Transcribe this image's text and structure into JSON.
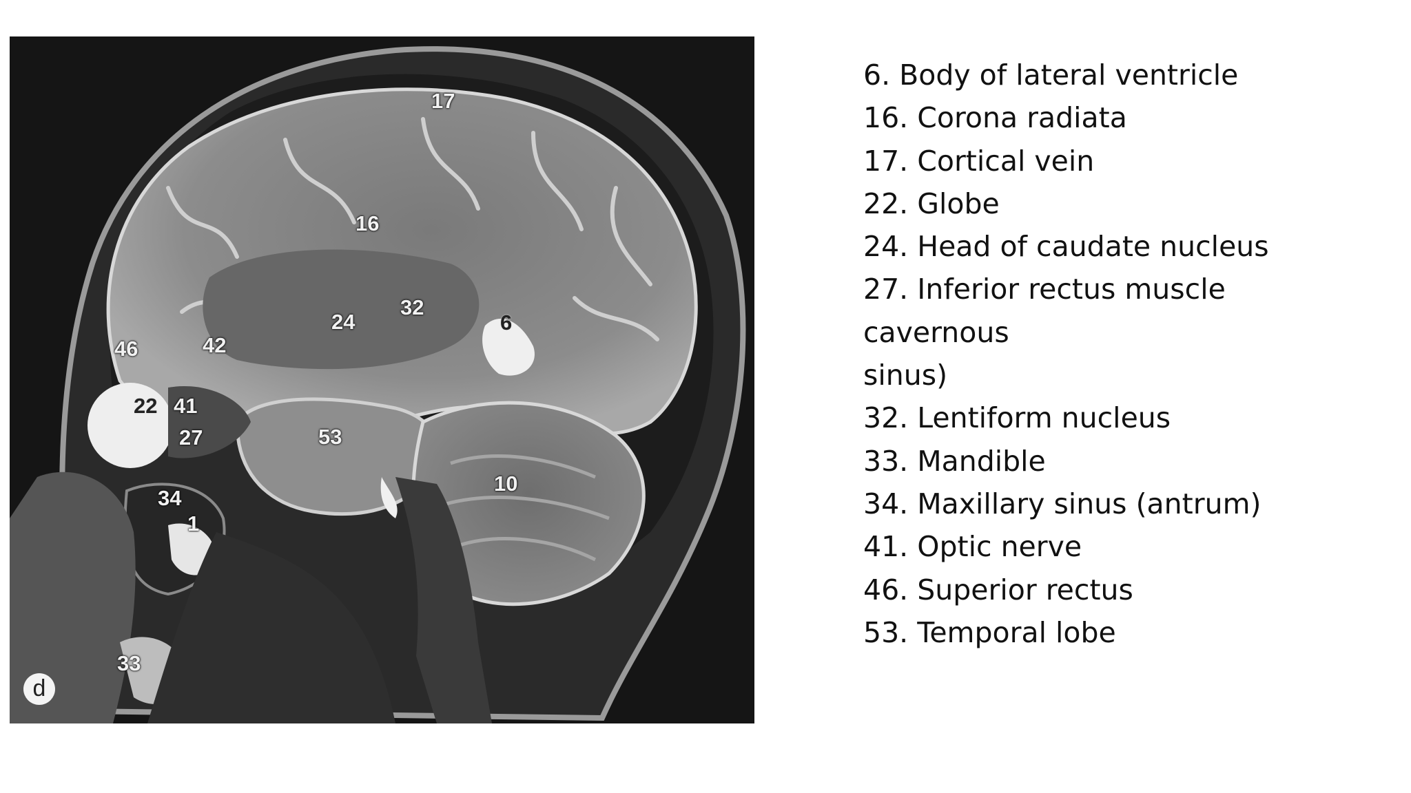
{
  "figure": {
    "panel_letter": "d",
    "image_labels": [
      "17",
      "16",
      "24",
      "32",
      "6",
      "46",
      "42",
      "22",
      "41",
      "27",
      "53",
      "10",
      "34",
      "1",
      "33"
    ]
  },
  "legend": {
    "lines": [
      "6. Body of lateral ventricle",
      "16. Corona radiata",
      "17. Cortical vein",
      "22. Globe",
      "24. Head of caudate nucleus",
      "27. Inferior rectus muscle",
      "cavernous",
      "sinus)",
      "32. Lentiform nucleus",
      "33. Mandible",
      "34. Maxillary sinus (antrum)",
      "41. Optic nerve",
      "46. Superior rectus",
      "53. Temporal lobe"
    ]
  }
}
